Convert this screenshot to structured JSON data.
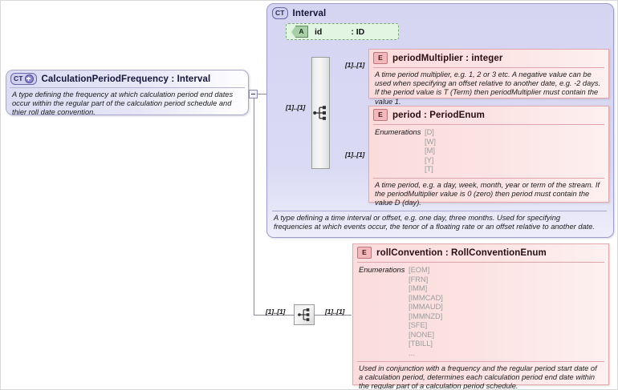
{
  "diagram": {
    "type": "xsd-schema-diagram",
    "root_element": {
      "icon": "complextype-expand-icon",
      "icon_label": "CT",
      "title": "CalculationPeriodFrequency : Interval",
      "annotation": "A type defining the frequency at which calculation period end dates occur within the regular part of the calculation period schedule and thier roll date convention.",
      "collapse_toggle": "collapse-minus-toggle"
    },
    "interval_type": {
      "icon": "complextype-icon",
      "icon_label": "CT",
      "title": "Interval",
      "attribute": {
        "icon": "attribute-icon",
        "icon_label": "A",
        "name": "id",
        "type": ": ID"
      },
      "compositor": "sequence-compositor",
      "annotation": "A type defining a time interval or offset, e.g. one day, three months. Used for specifying frequencies at which events occur, the tenor of a floating rate or an offset relative to another date.",
      "elements": [
        {
          "icon": "element-icon",
          "icon_label": "E",
          "title": "periodMultiplier : integer",
          "cardinality": "[1]..[1]",
          "annotation": "A time period multiplier, e.g. 1, 2 or 3 etc. A negative value can be used when specifying an offset relative to another date, e.g. -2 days. If the period value is T (Term) then periodMultiplier must contain the value 1."
        },
        {
          "icon": "element-icon",
          "icon_label": "E",
          "title": "period : PeriodEnum",
          "cardinality": "[1]..[1]",
          "enumerations_label": "Enumerations",
          "enumerations": [
            "[D]",
            "[W]",
            "[M]",
            "[Y]",
            "[T]"
          ],
          "annotation": "A time period, e.g. a day, week, month, year or term of the stream. If the periodMultiplier value is 0 (zero) then period must contain the value D (day)."
        }
      ]
    },
    "roll_convention_element": {
      "icon": "element-icon",
      "icon_label": "E",
      "title": "rollConvention : RollConventionEnum",
      "enumerations_label": "Enumerations",
      "enumerations": [
        "[EOM]",
        "[FRN]",
        "[IMM]",
        "[IMMCAD]",
        "[IMMAUD]",
        "[IMMNZD]",
        "[SFE]",
        "[NONE]",
        "[TBILL]",
        "..."
      ],
      "annotation": "Used in conjunction with a frequency and the regular period start date of a calculation period, determines each calculation period end date within the regular part of a calculation period schedule.",
      "cardinality_left": "[1]..[1]",
      "cardinality_right": "[1]..[1]",
      "compositor": "sequence-compositor"
    },
    "cardinalities": {
      "root_to_sequence": "[1]..[1]",
      "sequence_to_period_multiplier": "[1]..[1]",
      "sequence_to_period": "[1]..[1]"
    }
  }
}
